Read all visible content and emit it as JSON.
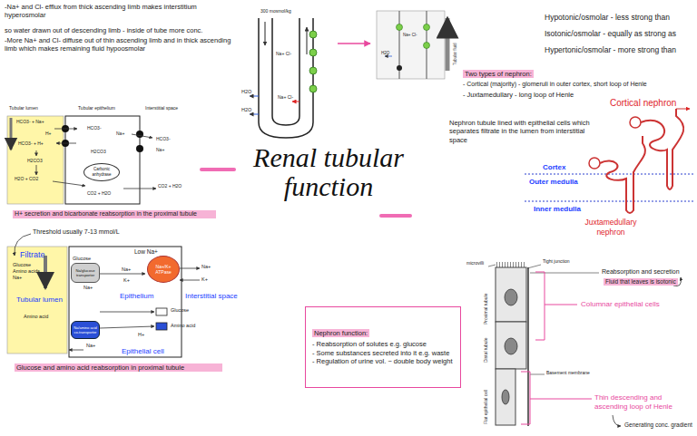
{
  "diagram": {
    "title": "Renal tubular function",
    "nodes": [
      {
        "text": [
          "Nephron function:",
          "- Reabsorption of solutes e.g. glucose",
          "- Some substances secreted into it e.g. waste",
          "- Regulation of urine vol. ~ double body weight"
        ]
      },
      {
        "text": [
          "Na/glucose transporter"
        ]
      },
      {
        "text": [
          "Na+/K+ ATPase"
        ]
      },
      {
        "text": [
          "Na/amino acid co-transporter"
        ]
      },
      {
        "text": [
          "Carbonic anhydrase"
        ]
      }
    ],
    "labels": [
      "-Na+ and Cl- efflux from thick ascending limb makes interstitium hyperosmolar",
      "so water drawn out of descending limb - inside of tube more conc.",
      "-More Na+ and Cl- diffuse out of thin ascending limb and in thick ascending limb which makes remaining fluid hypoosmolar",
      "300 mosmol/kg",
      "Na+ Cl-",
      "H2O",
      "Na+ Cl-",
      "H2O",
      "Na+ Cl-",
      "H2O",
      "Tubular fluid",
      "Hypotonic/osmolar - less strong than",
      "Isotonic/osmolar - equally as strong as",
      "Hypertonic/osmolar - more strong than",
      "Two types of nephron:",
      "- Cortical (majority) - glomeruli in outer cortex, short loop of Henle",
      "- Juxtamedullary - long loop of Henle",
      "Nephron tubule lined with epithelial cells which separates filtrate in the lumen from interstitial space",
      "Cortical nephron",
      "Cortex",
      "Outer medulla",
      "Inner medulla",
      "Juxtamedullary nephron",
      "Tubular lumen",
      "Tubular epithelium",
      "Interstitial space",
      "HCO3- + Na+",
      "H+",
      "HCO3- + H+",
      "H2CO3",
      "H2O + CO2",
      "CO2 + H2O",
      "HCO3-",
      "Na+",
      "HCO3-",
      "Na+",
      "CO2 + H2O",
      "H2CO3",
      "H+ secretion and bicarbonate reabsorption in the proximal tubule",
      "Threshold usually 7-13 mmol/L",
      "Filtrate",
      "Glucose",
      "Amino acids",
      "Na+",
      "Tubular lumen",
      "Glucose",
      "Na+",
      "Low Na+",
      "Na+",
      "K+",
      "Na+",
      "K+",
      "Epithelium",
      "Interstitial space",
      "Glucose",
      "Amino acid",
      "Amino acid",
      "Na+",
      "H+",
      "Epithelial cell",
      "Glucose and amino acid reabsorption in proximal tubule",
      "microvilli",
      "Tight junction",
      "Proximal tubule",
      "Distal tubule",
      "Flat epithelial cell",
      "Basement membrane",
      "Reabsorption and secretion",
      "Fluid that leaves is isotonic",
      "Columnar epithelial cells",
      "Thin descending and ascending loop of Henle",
      "Generating conc. gradient"
    ]
  }
}
